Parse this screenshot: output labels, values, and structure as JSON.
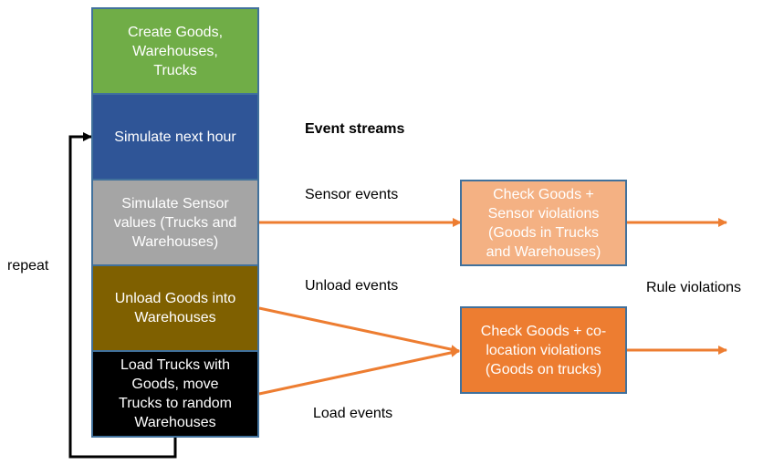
{
  "steps": [
    {
      "label": "Create Goods,\nWarehouses,\nTrucks",
      "color": "#70ad47"
    },
    {
      "label": "Simulate next hour",
      "color": "#2f5597"
    },
    {
      "label": "Simulate Sensor\nvalues (Trucks and\nWarehouses)",
      "color": "#a5a5a5"
    },
    {
      "label": "Unload Goods into\nWarehouses",
      "color": "#7f6000"
    },
    {
      "label": "Load Trucks with\nGoods, move\nTrucks to random\nWarehouses",
      "color": "#000000"
    }
  ],
  "checks": [
    {
      "label": "Check Goods +\nSensor violations\n(Goods in Trucks\nand Warehouses)",
      "color": "#f4b183"
    },
    {
      "label": "Check Goods + co-\nlocation violations\n(Goods on  trucks)",
      "color": "#ed7d31"
    }
  ],
  "labels": {
    "event_streams": "Event streams",
    "sensor_events": "Sensor events",
    "unload_events": "Unload events",
    "load_events": "Load events",
    "rule_violations": "Rule violations",
    "repeat": "repeat"
  },
  "colors": {
    "arrow": "#ed7d31",
    "loop": "#000000",
    "box_border": "#41719c"
  }
}
